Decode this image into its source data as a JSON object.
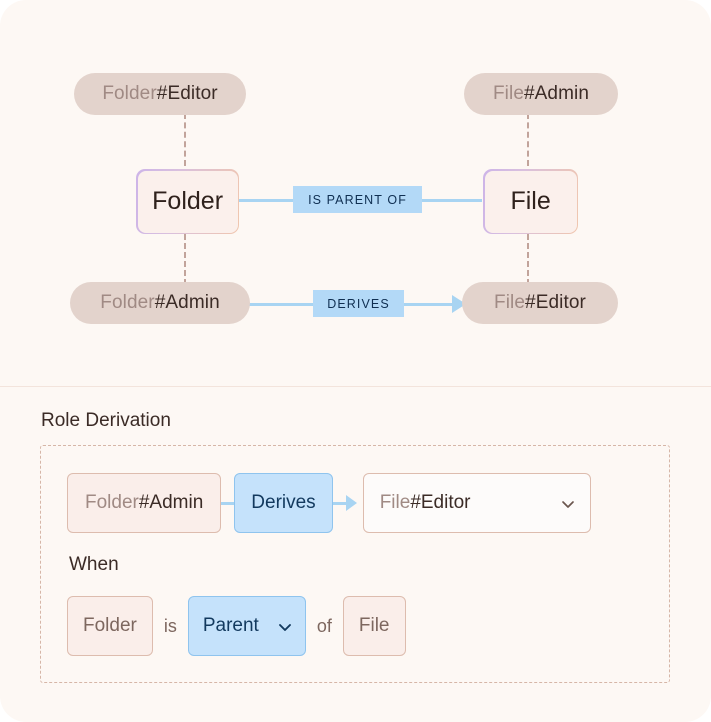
{
  "graph": {
    "nodes": [
      {
        "id": "pill-folder-editor",
        "resource": "Folder",
        "relation": "#Editor",
        "kind": "role-pill"
      },
      {
        "id": "pill-file-admin",
        "resource": "File",
        "relation": "#Admin",
        "kind": "role-pill"
      },
      {
        "id": "pill-folder-admin",
        "resource": "Folder",
        "relation": "#Admin",
        "kind": "role-pill"
      },
      {
        "id": "pill-file-editor",
        "resource": "File",
        "relation": "#Editor",
        "kind": "role-pill"
      }
    ],
    "entities": [
      {
        "id": "entity-folder",
        "label": "Folder"
      },
      {
        "id": "entity-file",
        "label": "File"
      }
    ],
    "edges": [
      {
        "id": "chip-is-parent-of",
        "label": "IS PARENT OF",
        "arrow": false
      },
      {
        "id": "chip-derives",
        "label": "DERIVES",
        "arrow": true
      }
    ]
  },
  "form": {
    "title": "Role Derivation",
    "derive_row": {
      "source_resource": "Folder",
      "source_relation": "#Admin",
      "operator": "Derives",
      "target_resource": "File",
      "target_relation": "#Editor",
      "target_dropdown_icon": "chevron-down-icon"
    },
    "when_label": "When",
    "when_row": {
      "subject": "Folder",
      "verb": "is",
      "relation_value": "Parent",
      "relation_dropdown_icon": "chevron-down-icon",
      "preposition": "of",
      "object": "File"
    }
  },
  "colors": {
    "card_background": "#fdf8f4",
    "pill_background": "#e3d3cc",
    "entity_fill": "#fbf0ec",
    "entity_border_start": "#cdb4e8",
    "entity_border_end": "#f0c6ae",
    "edge_blue": "#a8d4f2",
    "chip_blue": "#b3d9f7",
    "chip_blue_text": "#0f2f52",
    "field_fill": "#faeeea",
    "field_border": "#ddbcae",
    "dashed_border": "#d6b6a7",
    "muted_text": "#a08a84",
    "strong_text": "#3b2b26"
  }
}
